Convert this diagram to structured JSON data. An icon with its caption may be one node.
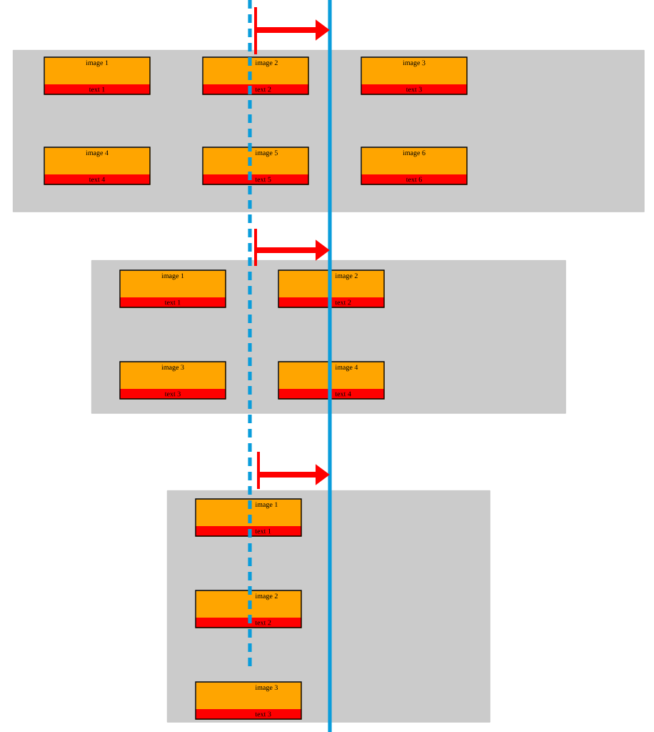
{
  "diagram": {
    "nodes": [
      {
        "text": [],
        "shape": "box"
      },
      {
        "text": [
          "image 1",
          "text 1"
        ],
        "in": 0
      },
      {
        "text": [
          "image 2",
          "text 2"
        ],
        "in": 0
      },
      {
        "text": [
          "image 3",
          "text 3"
        ],
        "in": 0
      },
      {
        "text": [
          "image 4",
          "text 4"
        ],
        "in": 0
      },
      {
        "text": [
          "image 5",
          "text 5"
        ],
        "in": 0
      },
      {
        "text": [
          "image 6",
          "text 6"
        ],
        "in": 0
      },
      {
        "text": [],
        "shape": "box"
      },
      {
        "text": [
          "image 1",
          "text 1"
        ],
        "in": 7
      },
      {
        "text": [
          "image 2",
          "text 2"
        ],
        "in": 7
      },
      {
        "text": [
          "image 3",
          "text 3"
        ],
        "in": 7
      },
      {
        "text": [
          "image 4",
          "text 4"
        ],
        "in": 7
      },
      {
        "text": [],
        "shape": "box"
      },
      {
        "text": [
          "image 1",
          "text 1"
        ],
        "in": 12
      },
      {
        "text": [
          "image 2",
          "text 2"
        ],
        "in": 12
      },
      {
        "text": [
          "image 3",
          "text 3"
        ],
        "in": 12
      }
    ]
  }
}
